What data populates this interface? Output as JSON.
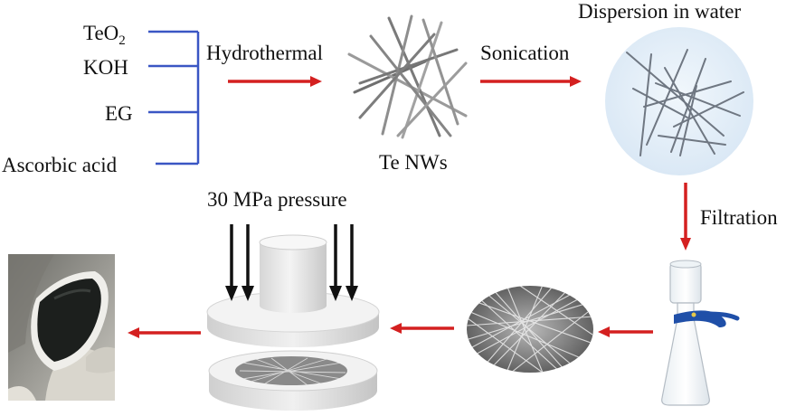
{
  "reagents": {
    "teo2_base": "TeO",
    "teo2_sub": "2",
    "koh": "KOH",
    "eg": "EG",
    "ascorbic": "Ascorbic acid"
  },
  "steps": {
    "hydrothermal": "Hydrothermal",
    "te_nws": "Te NWs",
    "sonication": "Sonication",
    "dispersion": "Dispersion in water",
    "filtration": "Filtration",
    "pressure": "30 MPa pressure"
  },
  "colors": {
    "bracket": "#3a56c4",
    "arrow_red": "#d42020",
    "arrow_black": "#111111",
    "dispersion_bg": "#e3eef8",
    "tubing": "#1f4fa8"
  }
}
